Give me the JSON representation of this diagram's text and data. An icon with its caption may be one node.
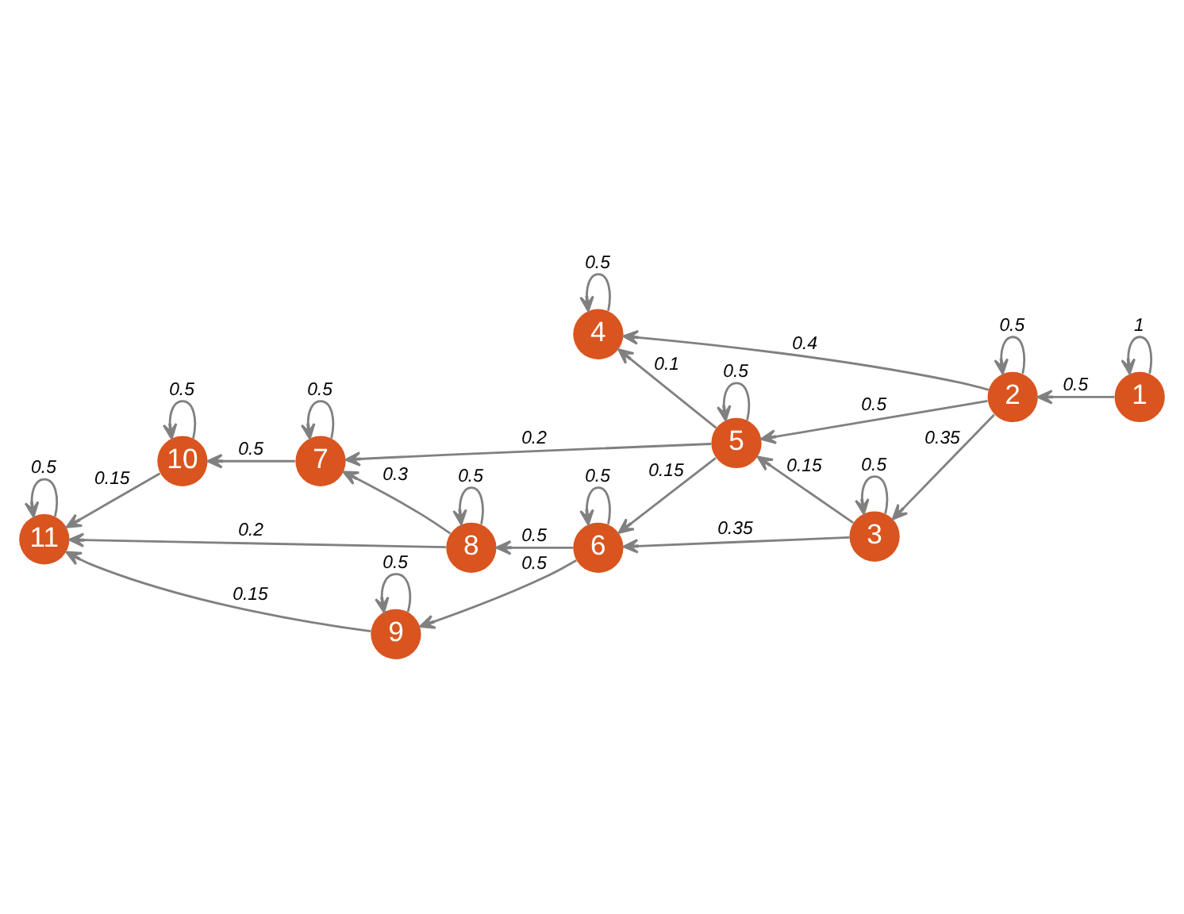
{
  "diagram": {
    "nodes": [
      {
        "text": [
          "1"
        ]
      },
      {
        "text": [
          "2"
        ]
      },
      {
        "text": [
          "3"
        ]
      },
      {
        "text": [
          "4"
        ]
      },
      {
        "text": [
          "5"
        ]
      },
      {
        "text": [
          "6"
        ]
      },
      {
        "text": [
          "7"
        ]
      },
      {
        "text": [
          "8"
        ]
      },
      {
        "text": [
          "9"
        ]
      },
      {
        "text": [
          "10"
        ]
      },
      {
        "text": [
          "11"
        ]
      }
    ],
    "edges": [
      {
        "from": 0,
        "to": 0,
        "arrow": "to",
        "label": "1"
      },
      {
        "from": 0,
        "to": 1,
        "arrow": "to",
        "label": "0.5"
      },
      {
        "from": 1,
        "to": 1,
        "arrow": "to",
        "label": "0.5"
      },
      {
        "from": 1,
        "to": 2,
        "arrow": "to",
        "label": "0.35"
      },
      {
        "from": 1,
        "to": 4,
        "arrow": "to",
        "label": "0.5"
      },
      {
        "from": 1,
        "to": 3,
        "arrow": "to",
        "label": "0.4"
      },
      {
        "from": 2,
        "to": 2,
        "arrow": "to",
        "label": "0.5"
      },
      {
        "from": 2,
        "to": 5,
        "arrow": "to",
        "label": "0.35"
      },
      {
        "from": 2,
        "to": 4,
        "arrow": "to",
        "label": "0.15"
      },
      {
        "from": 3,
        "to": 3,
        "arrow": "to",
        "label": "0.5"
      },
      {
        "from": 4,
        "to": 3,
        "arrow": "to",
        "label": "0.1"
      },
      {
        "from": 4,
        "to": 5,
        "arrow": "to",
        "label": "0.15"
      },
      {
        "from": 4,
        "to": 4,
        "arrow": "to",
        "label": "0.5"
      },
      {
        "from": 4,
        "to": 6,
        "arrow": "to",
        "label": "0.2"
      },
      {
        "from": 5,
        "to": 5,
        "arrow": "to",
        "label": "0.5"
      },
      {
        "from": 5,
        "to": 8,
        "arrow": "to",
        "label": "0.5"
      },
      {
        "from": 5,
        "to": 7,
        "arrow": "to",
        "label": "0.5"
      },
      {
        "from": 8,
        "to": 8,
        "arrow": "to",
        "label": "0.5"
      },
      {
        "from": 8,
        "to": 10,
        "arrow": "to",
        "label": "0.15"
      },
      {
        "from": 7,
        "to": 7,
        "arrow": "to",
        "label": "0.5"
      },
      {
        "from": 7,
        "to": 10,
        "arrow": "to",
        "label": "0.2"
      },
      {
        "from": 7,
        "to": 6,
        "arrow": "to",
        "label": "0.3"
      },
      {
        "from": 6,
        "to": 6,
        "arrow": "to",
        "label": "0.5"
      },
      {
        "from": 6,
        "to": 9,
        "arrow": "to",
        "label": "0.5"
      },
      {
        "from": 9,
        "to": 9,
        "arrow": "to",
        "label": "0.5"
      },
      {
        "from": 9,
        "to": 10,
        "arrow": "to",
        "label": "0.15"
      },
      {
        "from": 10,
        "to": 10,
        "arrow": "to",
        "label": "0.5"
      }
    ]
  }
}
